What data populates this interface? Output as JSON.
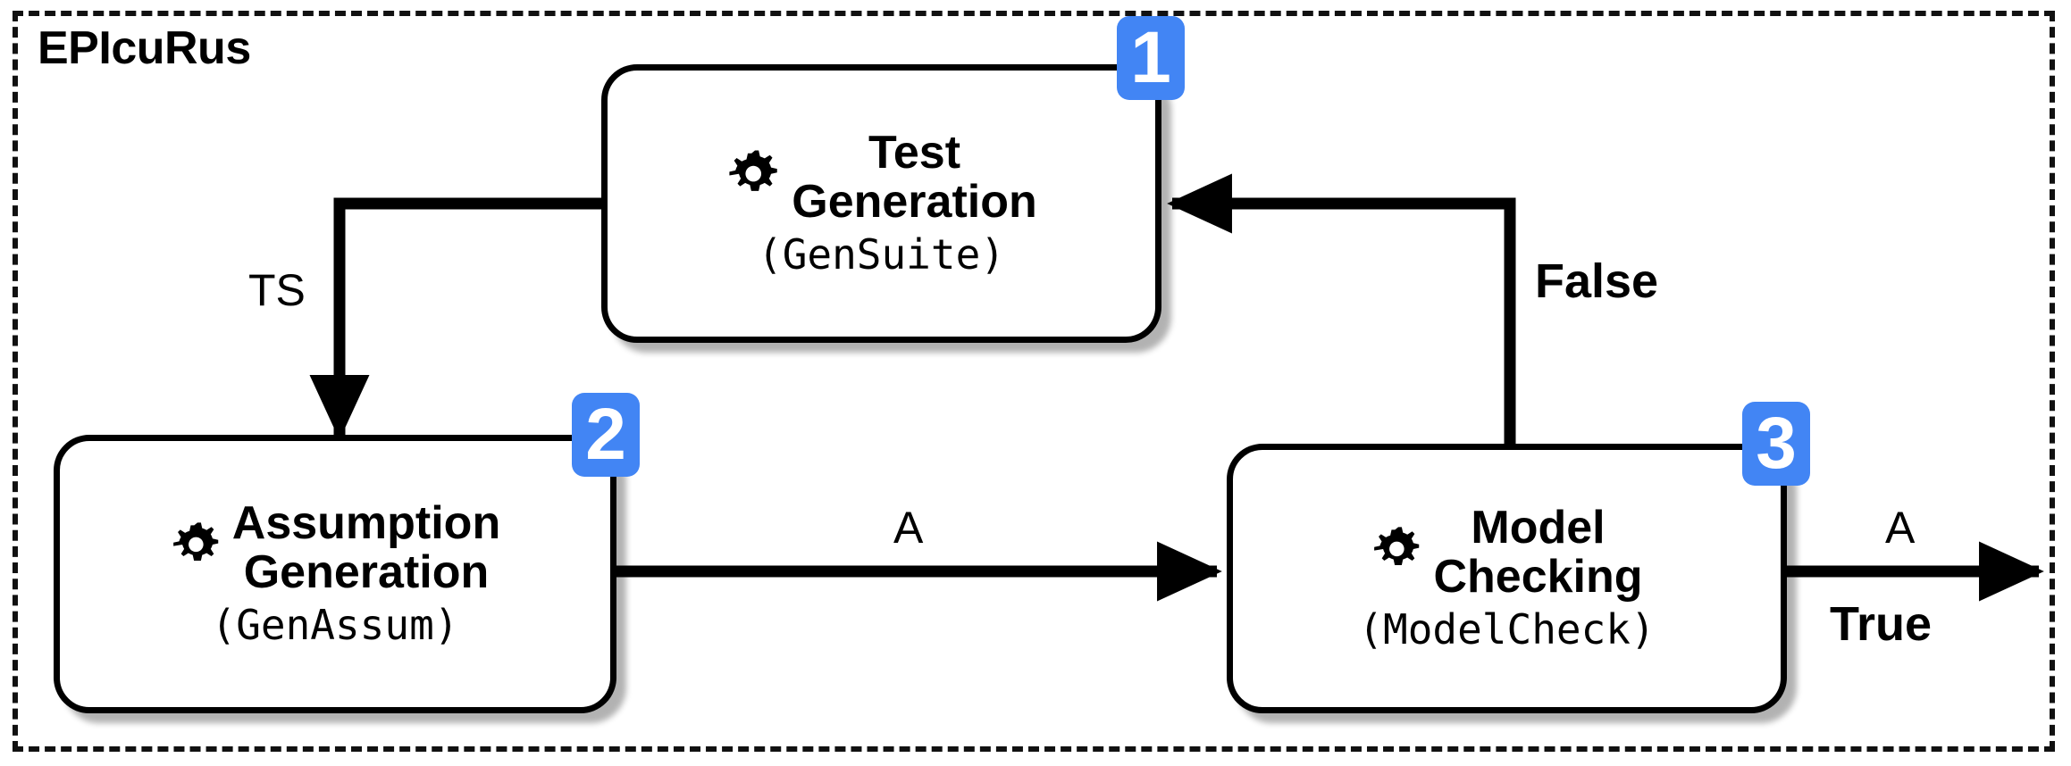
{
  "frame": {
    "title": "EPIcuRus",
    "border_style": "dashed",
    "border_color": "#111111"
  },
  "colors": {
    "badge_blue": "#4285f4",
    "stroke_black": "#000000",
    "background_white": "#ffffff"
  },
  "nodes": [
    {
      "id": "test-generation",
      "badge": "1",
      "icon": "gear-icon",
      "title": "Test\nGeneration",
      "subtitle": "(GenSuite)"
    },
    {
      "id": "assumption-generation",
      "badge": "2",
      "icon": "gear-icon",
      "title": "Assumption\nGeneration",
      "subtitle": "(GenAssum)"
    },
    {
      "id": "model-checking",
      "badge": "3",
      "icon": "gear-icon",
      "title": "Model\nChecking",
      "subtitle": "(ModelCheck)"
    }
  ],
  "edges": [
    {
      "id": "ts-edge",
      "from": "test-generation",
      "to": "assumption-generation",
      "label": "TS",
      "bold": false
    },
    {
      "id": "a-edge",
      "from": "assumption-generation",
      "to": "model-checking",
      "label": "A",
      "bold": false
    },
    {
      "id": "false-edge",
      "from": "model-checking",
      "to": "test-generation",
      "label": "False",
      "bold": true
    },
    {
      "id": "true-edge-symbol",
      "from": "model-checking",
      "to": "output",
      "label": "A",
      "bold": false
    },
    {
      "id": "true-edge-verdict",
      "from": "model-checking",
      "to": "output",
      "label": "True",
      "bold": true
    }
  ]
}
